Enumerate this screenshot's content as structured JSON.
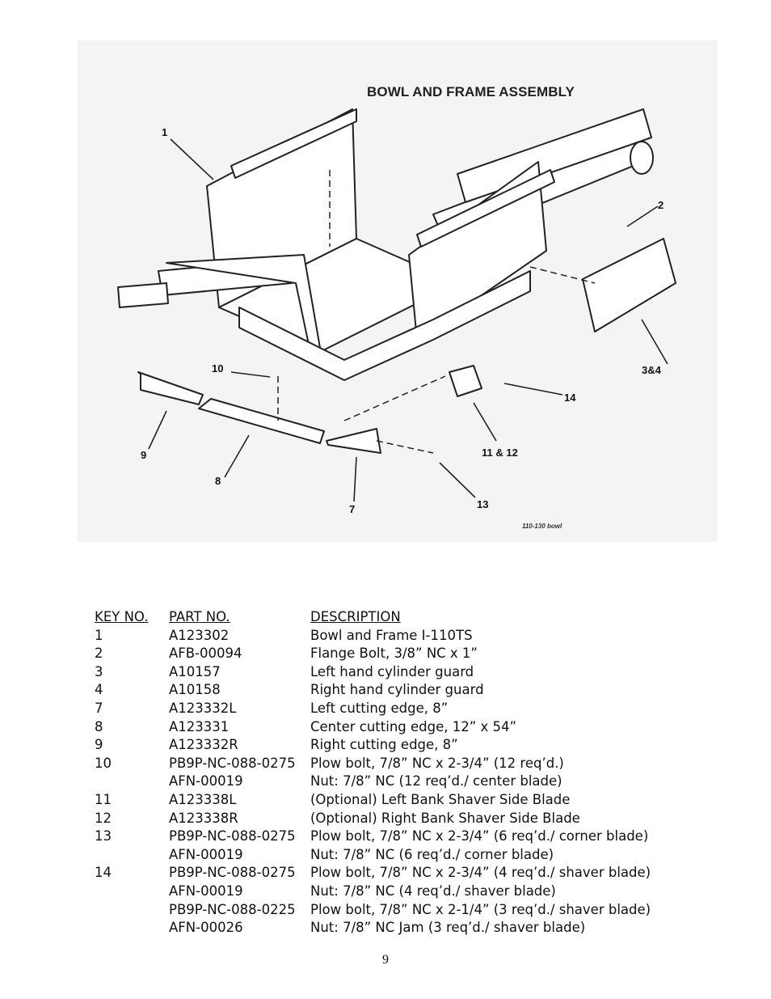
{
  "figure": {
    "title": "BOWL AND FRAME ASSEMBLY",
    "code": "110-130 bowl",
    "callouts": {
      "c1": "1",
      "c2": "2",
      "c34": "3&4",
      "c10": "10",
      "c14": "14",
      "c9": "9",
      "c8": "8",
      "c1112": "11 & 12",
      "c7": "7",
      "c13": "13"
    }
  },
  "table": {
    "headers": {
      "key": "KEY NO.",
      "part": "PART NO.",
      "desc": "DESCRIPTION"
    },
    "rows": [
      {
        "key": "1",
        "part": "A123302",
        "desc": "Bowl and Frame I-110TS"
      },
      {
        "key": "2",
        "part": "AFB-00094",
        "desc": "Flange Bolt, 3/8” NC  x 1”"
      },
      {
        "key": "3",
        "part": "A10157",
        "desc": "Left hand cylinder guard"
      },
      {
        "key": "4",
        "part": "A10158",
        "desc": "Right hand cylinder guard"
      },
      {
        "key": "7",
        "part": "A123332L",
        "desc": "Left cutting edge, 8”"
      },
      {
        "key": "8",
        "part": "A123331",
        "desc": "Center cutting edge, 12” x 54”"
      },
      {
        "key": "9",
        "part": "A123332R",
        "desc": "Right cutting edge, 8”"
      },
      {
        "key": "10",
        "part": "PB9P-NC-088-0275",
        "desc": "Plow bolt, 7/8” NC x 2-3/4” (12 req’d.)"
      },
      {
        "key": "",
        "part": "AFN-00019",
        "desc": "Nut: 7/8” NC (12 req’d./ center blade)"
      },
      {
        "key": "11",
        "part": "A123338L",
        "desc": "(Optional) Left Bank Shaver Side Blade"
      },
      {
        "key": "12",
        "part": "A123338R",
        "desc": "(Optional) Right Bank Shaver Side Blade"
      },
      {
        "key": "13",
        "part": "PB9P-NC-088-0275",
        "desc": "Plow bolt, 7/8” NC x 2-3/4” (6 req’d./ corner blade)"
      },
      {
        "key": "",
        "part": "AFN-00019",
        "desc": "Nut: 7/8” NC (6 req’d./ corner blade)"
      },
      {
        "key": "14",
        "part": "PB9P-NC-088-0275",
        "desc": "Plow bolt, 7/8” NC x 2-3/4” (4 req’d./ shaver blade)"
      },
      {
        "key": "",
        "part": "AFN-00019",
        "desc": "Nut: 7/8” NC (4 req’d./ shaver blade)"
      },
      {
        "key": "",
        "part": "PB9P-NC-088-0225",
        "desc": "Plow bolt, 7/8” NC x 2-1/4” (3 req’d./ shaver blade)"
      },
      {
        "key": "",
        "part": "AFN-00026",
        "desc": "Nut: 7/8” NC Jam (3 req’d./ shaver blade)"
      }
    ]
  },
  "page_number": "9"
}
